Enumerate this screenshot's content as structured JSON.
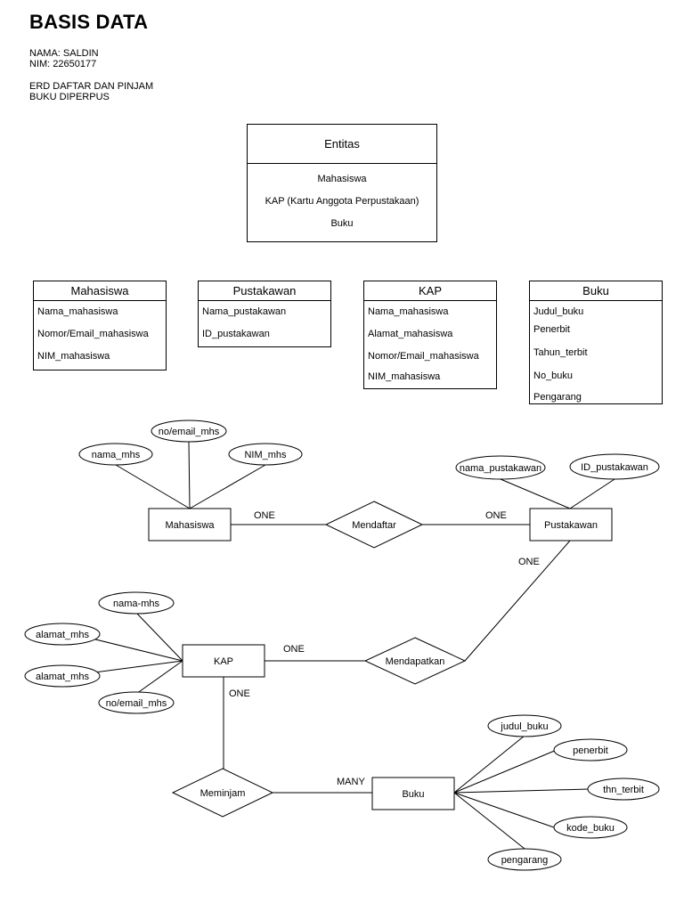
{
  "header": {
    "title": "BASIS DATA",
    "name_line": "NAMA: SALDIN",
    "nim_line": "NIM: 22650177",
    "desc_line1": "ERD DAFTAR DAN PINJAM",
    "desc_line2": "BUKU DIPERPUS"
  },
  "entitas_box": {
    "title": "Entitas",
    "items": [
      "Mahasiswa",
      "KAP (Kartu Anggota Perpustakaan)",
      "Buku"
    ]
  },
  "tables": [
    {
      "title": "Mahasiswa",
      "fields": [
        "Nama_mahasiswa",
        "Nomor/Email_mahasiswa",
        "NIM_mahasiswa"
      ]
    },
    {
      "title": "Pustakawan",
      "fields": [
        "Nama_pustakawan",
        "ID_pustakawan"
      ]
    },
    {
      "title": "KAP",
      "fields": [
        "Nama_mahasiswa",
        "Alamat_mahasiswa",
        "Nomor/Email_mahasiswa",
        "NIM_mahasiswa"
      ]
    },
    {
      "title": "Buku",
      "fields": [
        "Judul_buku",
        "Penerbit",
        "Tahun_terbit",
        "No_buku",
        "Pengarang"
      ]
    }
  ],
  "erd": {
    "entities": {
      "mahasiswa": "Mahasiswa",
      "pustakawan": "Pustakawan",
      "kap": "KAP",
      "buku": "Buku"
    },
    "relationships": {
      "mendaftar": "Mendaftar",
      "mendapatkan": "Mendapatkan",
      "meminjam": "Meminjam"
    },
    "attributes": {
      "mahasiswa": [
        "nama_mhs",
        "no/email_mhs",
        "NIM_mhs"
      ],
      "pustakawan": [
        "nama_pustakawan",
        "ID_pustakawan"
      ],
      "kap": [
        "nama-mhs",
        "alamat_mhs",
        "alamat_mhs",
        "no/email_mhs"
      ],
      "buku": [
        "judul_buku",
        "penerbit",
        "thn_terbit",
        "kode_buku",
        "pengarang"
      ]
    },
    "cardinalities": {
      "mahasiswa_mendaftar": "ONE",
      "mendaftar_pustakawan": "ONE",
      "pustakawan_mendapatkan": "ONE",
      "kap_mendapatkan": "ONE",
      "kap_meminjam": "ONE",
      "meminjam_buku": "MANY"
    }
  }
}
